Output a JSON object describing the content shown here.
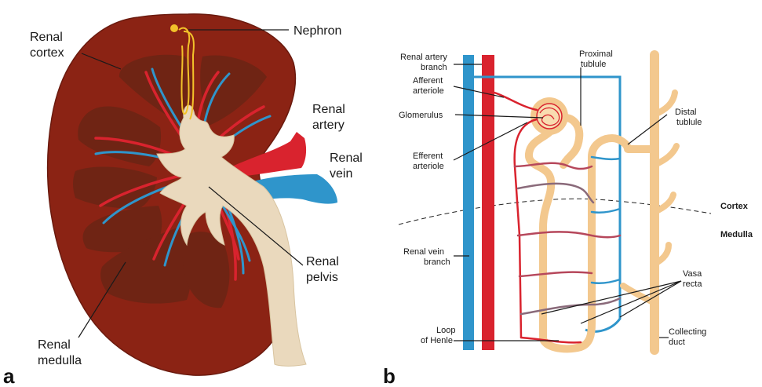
{
  "panel_a": {
    "letter": "a",
    "labels": {
      "renal_cortex": [
        "Renal",
        "cortex"
      ],
      "nephron": "Nephron",
      "renal_artery": [
        "Renal",
        "artery"
      ],
      "renal_vein": [
        "Renal",
        "vein"
      ],
      "renal_pelvis": [
        "Renal",
        "pelvis"
      ],
      "renal_medulla": [
        "Renal",
        "medulla"
      ]
    }
  },
  "panel_b": {
    "letter": "b",
    "labels": {
      "renal_artery_branch": [
        "Renal artery",
        "branch"
      ],
      "afferent_arteriole": [
        "Afferent",
        "arteriole"
      ],
      "glomerulus": "Glomerulus",
      "efferent_arteriole": [
        "Efferent",
        "arteriole"
      ],
      "proximal_tubule": [
        "Proximal",
        "tublule"
      ],
      "distal_tubule": [
        "Distal",
        "tublule"
      ],
      "cortex": "Cortex",
      "medulla": "Medulla",
      "renal_vein_branch": [
        "Renal vein",
        "branch"
      ],
      "vasa_recta": [
        "Vasa",
        "recta"
      ],
      "loop_of_henle": [
        "Loop",
        "of Henle"
      ],
      "collecting_duct": [
        "Collecting",
        "duct"
      ]
    }
  },
  "colors": {
    "kidney_cortex": "#8b2314",
    "kidney_medulla": "#6f2414",
    "pelvis": "#ead9bd",
    "artery": "#d9232e",
    "vein": "#2f95cb",
    "tubule": "#f3c88e",
    "nephron": "#f2c22a"
  }
}
